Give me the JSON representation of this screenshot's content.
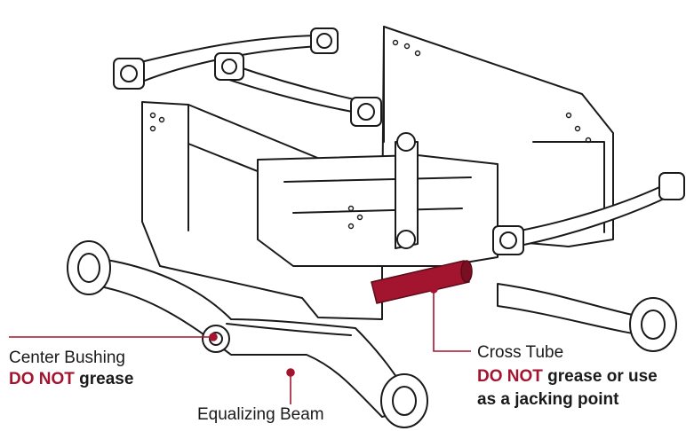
{
  "callouts": {
    "center_bushing": {
      "label": "Center Bushing",
      "warning_strong": "DO NOT",
      "warning_rest": " grease"
    },
    "equalizing_beam": {
      "label": "Equalizing Beam"
    },
    "cross_tube": {
      "label": "Cross Tube",
      "warning_strong": "DO NOT",
      "warning_rest": " grease or use",
      "warning_line2": "as a jacking point"
    }
  },
  "colors": {
    "accent": "#a3152f",
    "line": "#1a1a1a",
    "background": "#ffffff"
  }
}
